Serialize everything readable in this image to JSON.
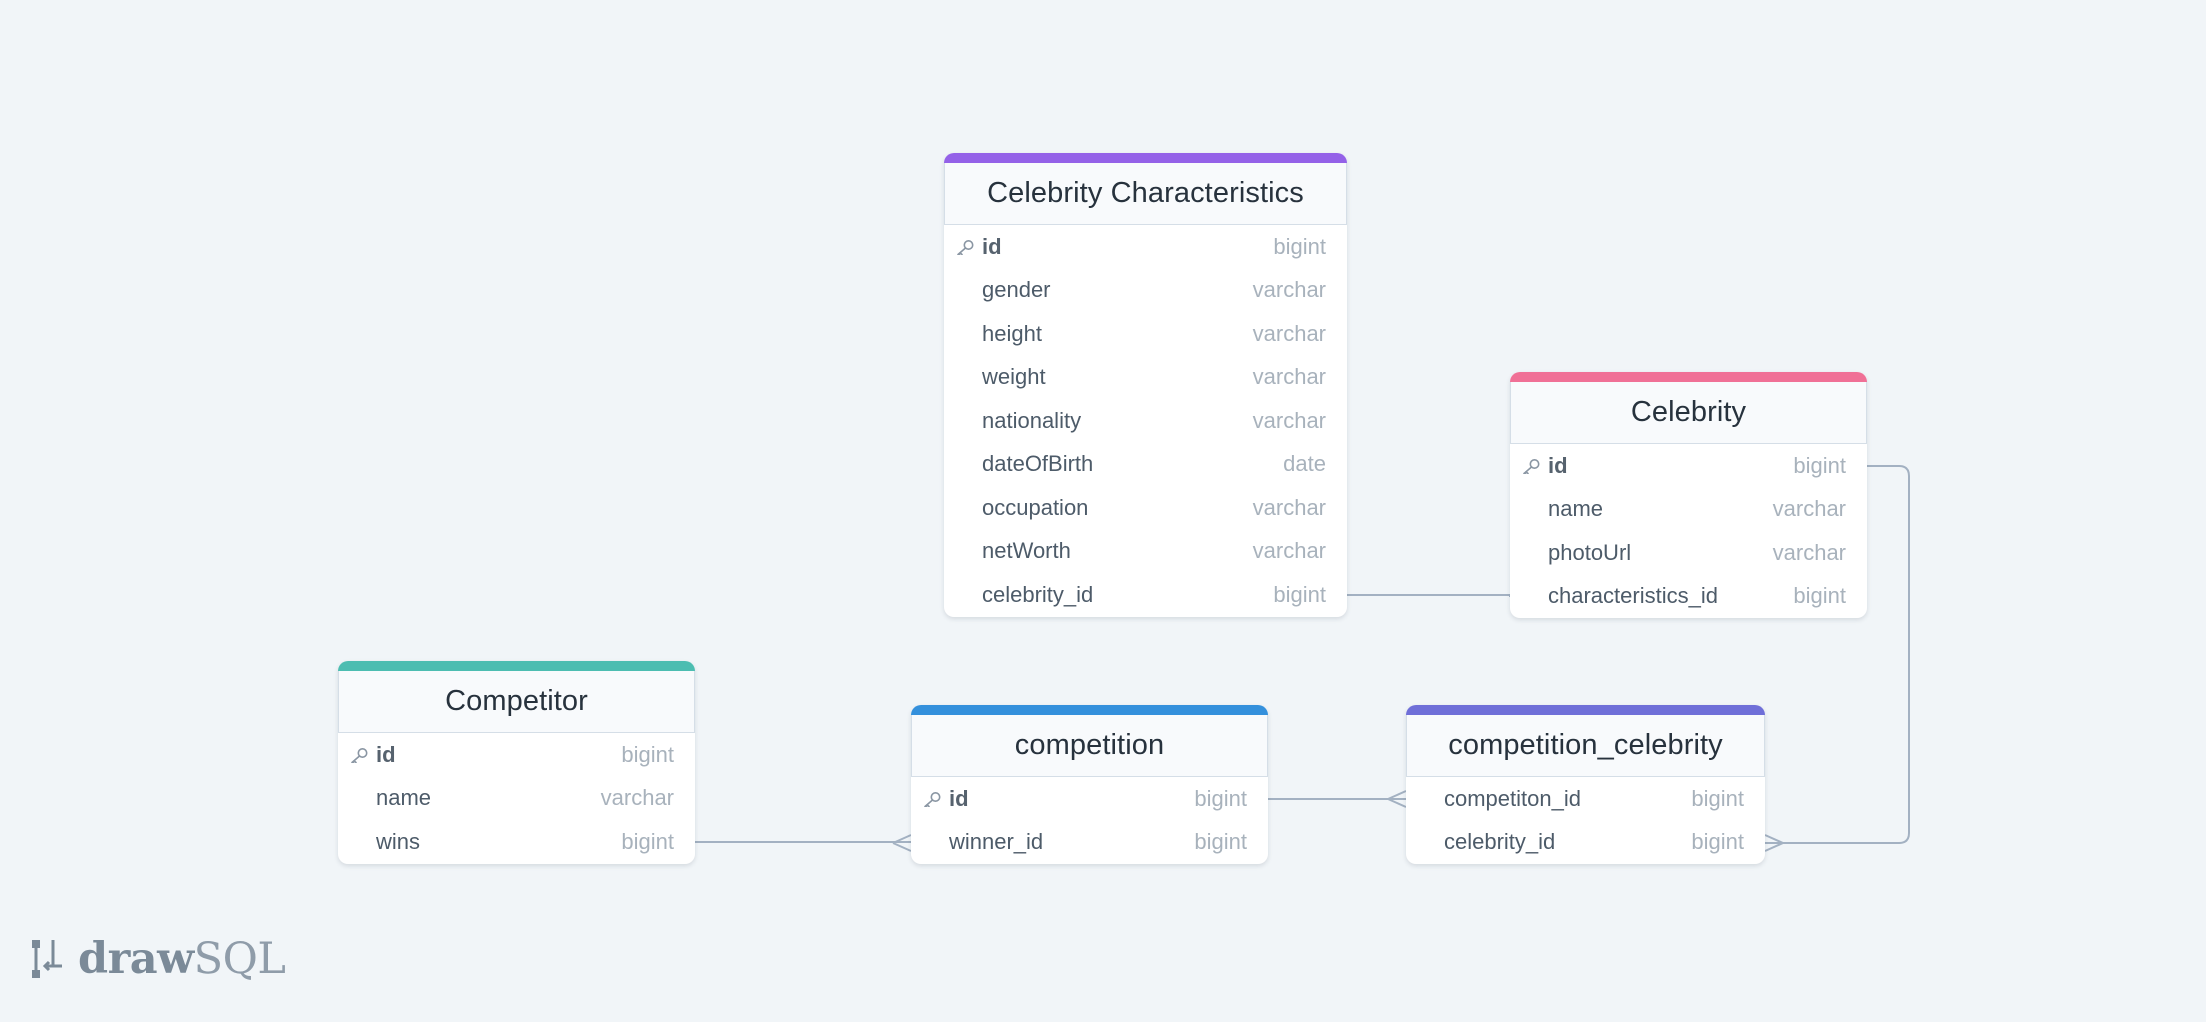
{
  "brand": {
    "logo_draw": "draw",
    "logo_sql": "SQL"
  },
  "icons": {
    "primary_key": "key-icon",
    "brand": "drawsql-logo-mark"
  },
  "colors": {
    "background": "#f1f5f8",
    "connector": "#a3b1c2",
    "celebrity_characteristics": "#9461e8",
    "celebrity": "#f07096",
    "competitor": "#4cbdb1",
    "competition": "#3490dc",
    "competition_celebrity": "#6f6fd8"
  },
  "tables": {
    "celebrity_characteristics": {
      "title": "Celebrity Characteristics",
      "columns": [
        {
          "name": "id",
          "type": "bigint",
          "pk": true
        },
        {
          "name": "gender",
          "type": "varchar"
        },
        {
          "name": "height",
          "type": "varchar"
        },
        {
          "name": "weight",
          "type": "varchar"
        },
        {
          "name": "nationality",
          "type": "varchar"
        },
        {
          "name": "dateOfBirth",
          "type": "date"
        },
        {
          "name": "occupation",
          "type": "varchar"
        },
        {
          "name": "netWorth",
          "type": "varchar"
        },
        {
          "name": "celebrity_id",
          "type": "bigint"
        }
      ]
    },
    "celebrity": {
      "title": "Celebrity",
      "columns": [
        {
          "name": "id",
          "type": "bigint",
          "pk": true
        },
        {
          "name": "name",
          "type": "varchar"
        },
        {
          "name": "photoUrl",
          "type": "varchar"
        },
        {
          "name": "characteristics_id",
          "type": "bigint"
        }
      ]
    },
    "competitor": {
      "title": "Competitor",
      "columns": [
        {
          "name": "id",
          "type": "bigint",
          "pk": true
        },
        {
          "name": "name",
          "type": "varchar"
        },
        {
          "name": "wins",
          "type": "bigint"
        }
      ]
    },
    "competition": {
      "title": "competition",
      "columns": [
        {
          "name": "id",
          "type": "bigint",
          "pk": true
        },
        {
          "name": "winner_id",
          "type": "bigint"
        }
      ]
    },
    "competition_celebrity": {
      "title": "competition_celebrity",
      "columns": [
        {
          "name": "competiton_id",
          "type": "bigint"
        },
        {
          "name": "celebrity_id",
          "type": "bigint"
        }
      ]
    }
  }
}
